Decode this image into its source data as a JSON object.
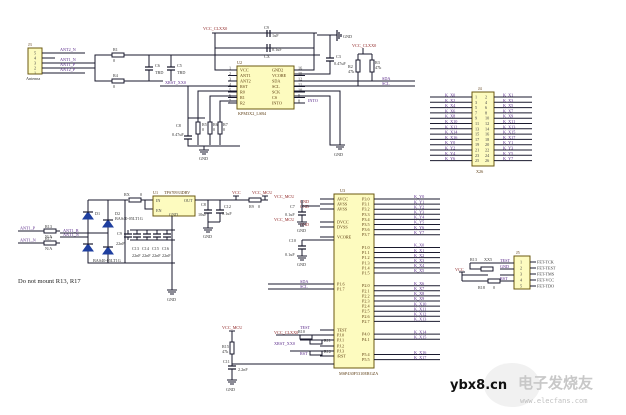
{
  "antenna": {
    "ref": "J3",
    "name": "Antenna",
    "pins": [
      "5",
      "4",
      "3",
      "2",
      "1"
    ],
    "nets": [
      "ANT2_N",
      "ANT1_N",
      "ANT1_P",
      "ANT2_P"
    ]
  },
  "r_series": [
    {
      "ref": "R1",
      "value": "0"
    },
    {
      "ref": "R4",
      "value": "0"
    }
  ],
  "caps_top": [
    {
      "ref": "C6",
      "value": "TBD"
    },
    {
      "ref": "C5",
      "value": "TBD"
    },
    {
      "ref": "C8",
      "value": "0.47uF"
    },
    {
      "ref": "C9",
      "value": "1uF"
    },
    {
      "ref": "CX",
      "value": "0.1uF"
    },
    {
      "ref": "C3",
      "value": "0.47uF"
    }
  ],
  "u2": {
    "ref": "U2",
    "part": "KPM3X2_LSB4",
    "left_pins": [
      {
        "num": "1",
        "name": "VCC"
      },
      {
        "num": "2",
        "name": "ANT1"
      },
      {
        "num": "3",
        "name": "ANT2"
      },
      {
        "num": "4",
        "name": "RST"
      },
      {
        "num": "5",
        "name": "R0"
      },
      {
        "num": "6",
        "name": "R1"
      },
      {
        "num": "7",
        "name": "R2"
      }
    ],
    "right_pins": [
      {
        "num": "16",
        "name": "GND2"
      },
      {
        "num": "15",
        "name": "VCORE"
      },
      {
        "num": "12",
        "name": "SDA"
      },
      {
        "num": "11",
        "name": "SCL"
      },
      {
        "num": "10",
        "name": "SCK"
      },
      {
        "num": "9",
        "name": "CS"
      },
      {
        "num": "8",
        "name": "INTO"
      }
    ],
    "nets": {
      "xrst": "XRST_XX0",
      "into": "INTO",
      "vcc": "VCC_CLXX0"
    }
  },
  "r_bottom": [
    {
      "ref": "R5",
      "value": "0"
    },
    {
      "ref": "R6",
      "value": "0"
    },
    {
      "ref": "R7",
      "value": "0"
    }
  ],
  "pullups": {
    "supply": "VCC_CLXX0",
    "resistors": [
      {
        "ref": "R2",
        "value": "47k"
      },
      {
        "ref": "R3",
        "value": "47k"
      }
    ],
    "nets": [
      "SDA",
      "SCL"
    ]
  },
  "gnd_label": "GND",
  "j4": {
    "ref": "J4",
    "name": "X26",
    "left_nets": [
      "K_X0",
      "K_X2",
      "K_X4",
      "K_X6",
      "K_X8",
      "K_X10",
      "K_X12",
      "K_X14",
      "K_X16",
      "K_Y0",
      "K_Y2",
      "K_Y4",
      "K_Y6"
    ],
    "right_nets": [
      "K_X1",
      "K_X3",
      "K_X5",
      "K_X7",
      "K_X9",
      "K_X11",
      "K_X13",
      "K_X15",
      "K_X17",
      "K_Y1",
      "K_Y3",
      "K_Y5",
      "K_Y7"
    ],
    "left_pins": [
      "1",
      "3",
      "5",
      "7",
      "9",
      "11",
      "13",
      "15",
      "17",
      "19",
      "21",
      "23",
      "25"
    ],
    "right_pins": [
      "2",
      "4",
      "6",
      "8",
      "10",
      "12",
      "14",
      "16",
      "18",
      "20",
      "22",
      "24",
      "26"
    ]
  },
  "rectifier": {
    "inputs": [
      {
        "net": "ANT1_P",
        "res": "R13",
        "value": "N/A",
        "out": "ANT1_B"
      },
      {
        "net": "ANT1_N",
        "res": "R17",
        "value": "N/A",
        "out": "ANT1_N"
      }
    ],
    "diodes": [
      {
        "ref": "D1",
        "part": ""
      },
      {
        "ref": "D2",
        "part": "BAS40-05LT1G"
      },
      {
        "ref": "",
        "part": "BAS40-05LT1G"
      }
    ],
    "caps": [
      {
        "ref": "C9",
        "value": "22nF"
      },
      {
        "ref": "C13",
        "value": "22nF"
      },
      {
        "ref": "C14",
        "value": "22nF"
      },
      {
        "ref": "C15",
        "value": "22nF"
      },
      {
        "ref": "C16",
        "value": "22nF"
      }
    ],
    "note": "Do not mount R13, R17"
  },
  "regulator": {
    "ref": "U1",
    "part": "TPS70933DRV",
    "pins": {
      "in": "IN",
      "en": "EN",
      "out": "OUT",
      "gnd": "GND"
    },
    "r_in": {
      "ref": "RX",
      "value": "0"
    },
    "caps": [
      {
        "ref": "C8",
        "value": "10uF"
      },
      {
        "ref": "C12",
        "value": "0.1uF"
      }
    ],
    "vcc": "VCC",
    "r_out": {
      "ref": "R9",
      "value": "0"
    },
    "vcc_mcu": "VCC_MCU"
  },
  "mcu": {
    "ref": "U3",
    "part": "MSP430F5310ERGZA",
    "left_pins": [
      "AVCC",
      "AVSS",
      "AVSS",
      "DVCC",
      "DVSS",
      "VCORE",
      "P1.6",
      "P1.7",
      "TEST",
      "PJ.0",
      "PJ.1",
      "PJ.2",
      "PJ.3",
      "/RST"
    ],
    "left_nets": [
      "VCC_MCU",
      "GND",
      "GND",
      "VCC_MCU",
      "GND",
      "",
      "SDA",
      "SCL",
      "TEST",
      "VCC_CLXX0",
      "",
      "XRST_XX0",
      "",
      "RST"
    ],
    "right_pins": [
      "P3.0",
      "P3.1",
      "P3.2",
      "P3.3",
      "P3.4",
      "P3.5",
      "P3.6",
      "P3.7",
      "P1.0",
      "P1.1",
      "P1.2",
      "P1.3",
      "P1.4",
      "P1.5",
      "P2.0",
      "P2.1",
      "P2.2",
      "P2.3",
      "P2.4",
      "P2.5",
      "P2.6",
      "P2.7",
      "P4.0",
      "P4.1",
      "P5.4",
      "P5.5"
    ],
    "right_nets": [
      "K_Y0",
      "K_Y1",
      "K_Y2",
      "K_Y3",
      "K_Y4",
      "K_Y5",
      "K_Y6",
      "K_Y7",
      "K_X0",
      "K_X1",
      "K_X2",
      "K_X3",
      "K_X4",
      "K_X5",
      "K_X6",
      "K_X7",
      "K_X8",
      "K_X9",
      "K_X10",
      "K_X11",
      "K_X12",
      "K_X13",
      "K_X14",
      "K_X15",
      "K_X16",
      "K_X17"
    ],
    "caps": [
      {
        "ref": "C7",
        "value": "0.1uF"
      },
      {
        "ref": "C10",
        "value": "0.1uF"
      }
    ],
    "pj_res": [
      {
        "ref": "R10",
        "value": "0"
      },
      {
        "ref": "R11",
        "value": "0"
      },
      {
        "ref": "R12",
        "value": "0"
      }
    ]
  },
  "reset": {
    "supply": "VCC_MCU",
    "r": {
      "ref": "R15",
      "value": "47k"
    },
    "c": {
      "ref": "C11",
      "value": "2.2nF"
    }
  },
  "jtag": {
    "ref": "J5",
    "pins": [
      "1",
      "2",
      "3",
      "4",
      "5"
    ],
    "nets": [
      "TEST",
      "GND",
      "",
      "RST",
      ""
    ],
    "labels": [
      "FET-TCK",
      "FET-TEST",
      "FET-TMS",
      "FET-VCC",
      "FET-TDO"
    ],
    "vcc": "VCC",
    "r_top": {
      "ref": "R13",
      "value": "XX5"
    },
    "r_bot": {
      "ref": "R18",
      "value": "0"
    }
  },
  "watermark": {
    "left": "ybx8.cn",
    "right": "电子发烧友",
    "url": "www.elecfans.com"
  }
}
